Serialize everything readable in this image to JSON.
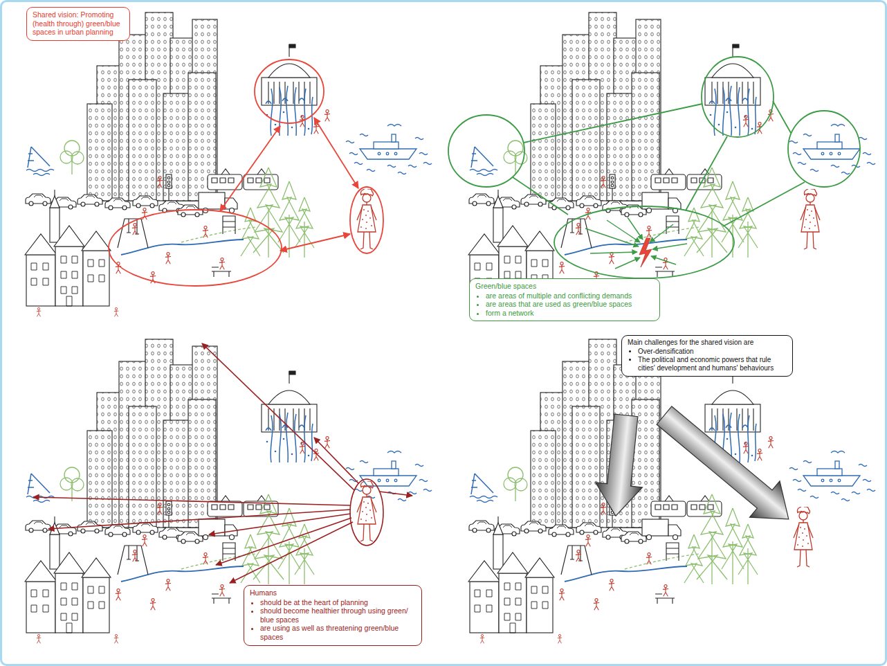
{
  "diagram": {
    "nodes": [
      {
        "text": [
          "Shared vision: Promoting (health through) green/blue spaces in urban planning"
        ]
      },
      {
        "text": [
          "Green/blue spaces",
          "are areas of multiple and conflicting demands",
          "are areas that are used as green/blue spaces",
          "form a network"
        ]
      },
      {
        "text": [
          "Humans",
          "should be at the heart of planning",
          "should become healthier through using green/ blue spaces",
          "are using as well as threatening green/blue spaces"
        ]
      },
      {
        "text": [
          "Main challenges for the shared vision are",
          "Over-densification",
          "The political and economic powers that rule cities' development and humans' behaviours"
        ]
      }
    ]
  }
}
